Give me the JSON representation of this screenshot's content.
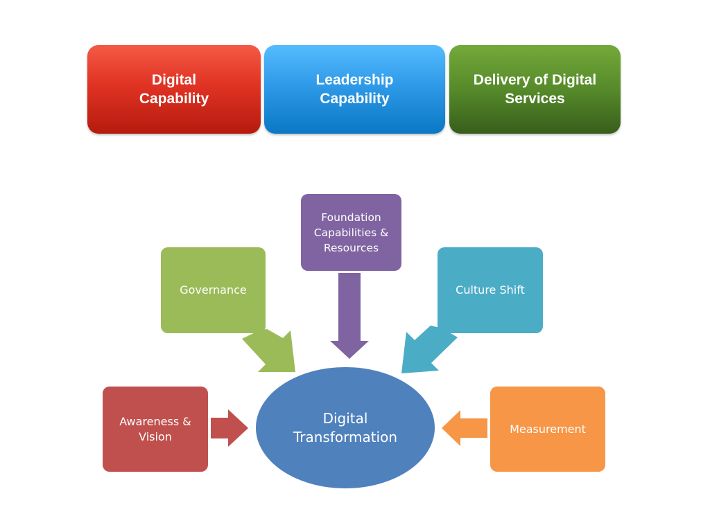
{
  "top_boxes": {
    "digital_capability": {
      "line1": "Digital",
      "line2": "Capability",
      "color": "#d9301f"
    },
    "leadership_capability": {
      "line1": "Leadership",
      "line2": "Capability",
      "color": "#1e8fe0"
    },
    "delivery_of_digital_services": {
      "line1": "Delivery of Digital",
      "line2": "Services",
      "color": "#4a7d24"
    }
  },
  "diagram": {
    "center": {
      "line1": "Digital",
      "line2": "Transformation",
      "color": "#4f81bd"
    },
    "foundation": {
      "line1": "Foundation",
      "line2": "Capabilities &",
      "line3": "Resources",
      "color": "#8064a2"
    },
    "governance": {
      "label": "Governance",
      "color": "#9bbb59"
    },
    "culture_shift": {
      "label": "Culture Shift",
      "color": "#4bacc6"
    },
    "awareness": {
      "line1": "Awareness &",
      "line2": "Vision",
      "color": "#c0504d"
    },
    "measurement": {
      "label": "Measurement",
      "color": "#f79646"
    }
  }
}
